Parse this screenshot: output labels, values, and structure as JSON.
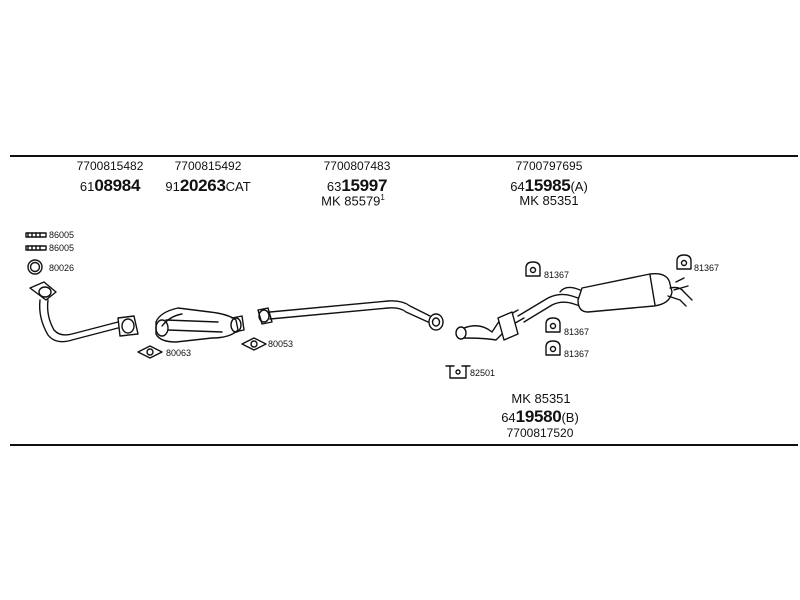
{
  "parts": [
    {
      "oem": "7700815482",
      "prefix": "61",
      "number": "08984",
      "suffix": ""
    },
    {
      "oem": "7700815492",
      "prefix": "91",
      "number": "20263",
      "suffix": "CAT"
    },
    {
      "oem": "7700807483",
      "prefix": "63",
      "number": "15997",
      "suffix": "",
      "mk": "MK 85579",
      "mk_sup": "1"
    },
    {
      "oem": "7700797695",
      "prefix": "64",
      "number": "15985",
      "suffix": "(A)",
      "mk": "MK 85351"
    },
    {
      "oem": "7700817520",
      "prefix": "64",
      "number": "19580",
      "suffix": "(B)",
      "mk": "MK 85351"
    }
  ],
  "tags": {
    "clamp_a": "86005",
    "clamp_b": "86005",
    "ring": "80026",
    "gasket_a": "80063",
    "gasket_b": "80053",
    "rubber_top_left": "81367",
    "rubber_top_right": "81367",
    "rubber_mid_a": "81367",
    "rubber_mid_b": "81367",
    "bracket": "82501"
  }
}
